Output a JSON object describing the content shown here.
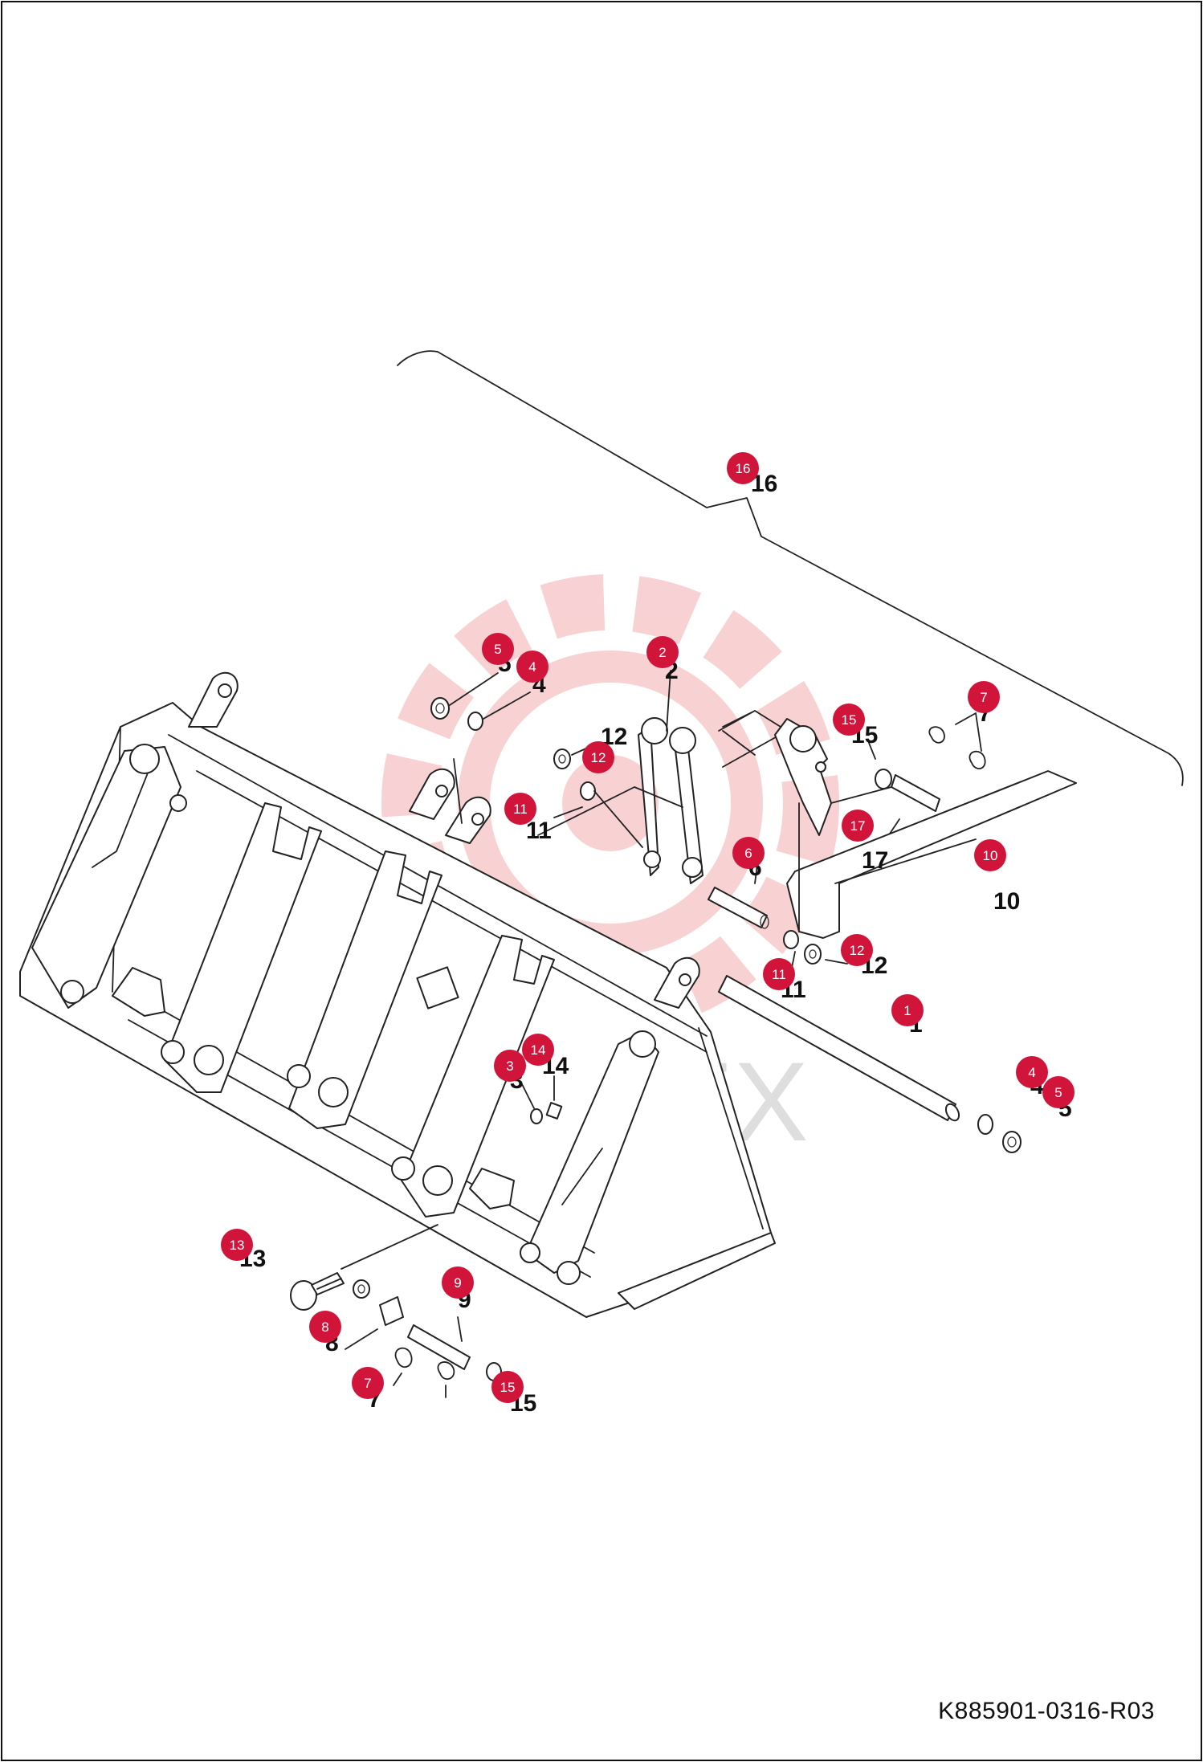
{
  "document": {
    "code": "K885901-0316-R03",
    "watermark_text": "VHTEX"
  },
  "colors": {
    "callout_badge": "#d0143a",
    "watermark_logo": "#f7c9cc",
    "line": "#222222"
  },
  "callouts": [
    {
      "number": "16"
    },
    {
      "number": "5"
    },
    {
      "number": "4"
    },
    {
      "number": "2"
    },
    {
      "number": "15"
    },
    {
      "number": "7"
    },
    {
      "number": "12"
    },
    {
      "number": "11"
    },
    {
      "number": "17"
    },
    {
      "number": "6"
    },
    {
      "number": "10"
    },
    {
      "number": "11"
    },
    {
      "number": "12"
    },
    {
      "number": "1"
    },
    {
      "number": "14"
    },
    {
      "number": "3"
    },
    {
      "number": "4"
    },
    {
      "number": "5"
    },
    {
      "number": "13"
    },
    {
      "number": "9"
    },
    {
      "number": "8"
    },
    {
      "number": "7"
    },
    {
      "number": "15"
    }
  ]
}
